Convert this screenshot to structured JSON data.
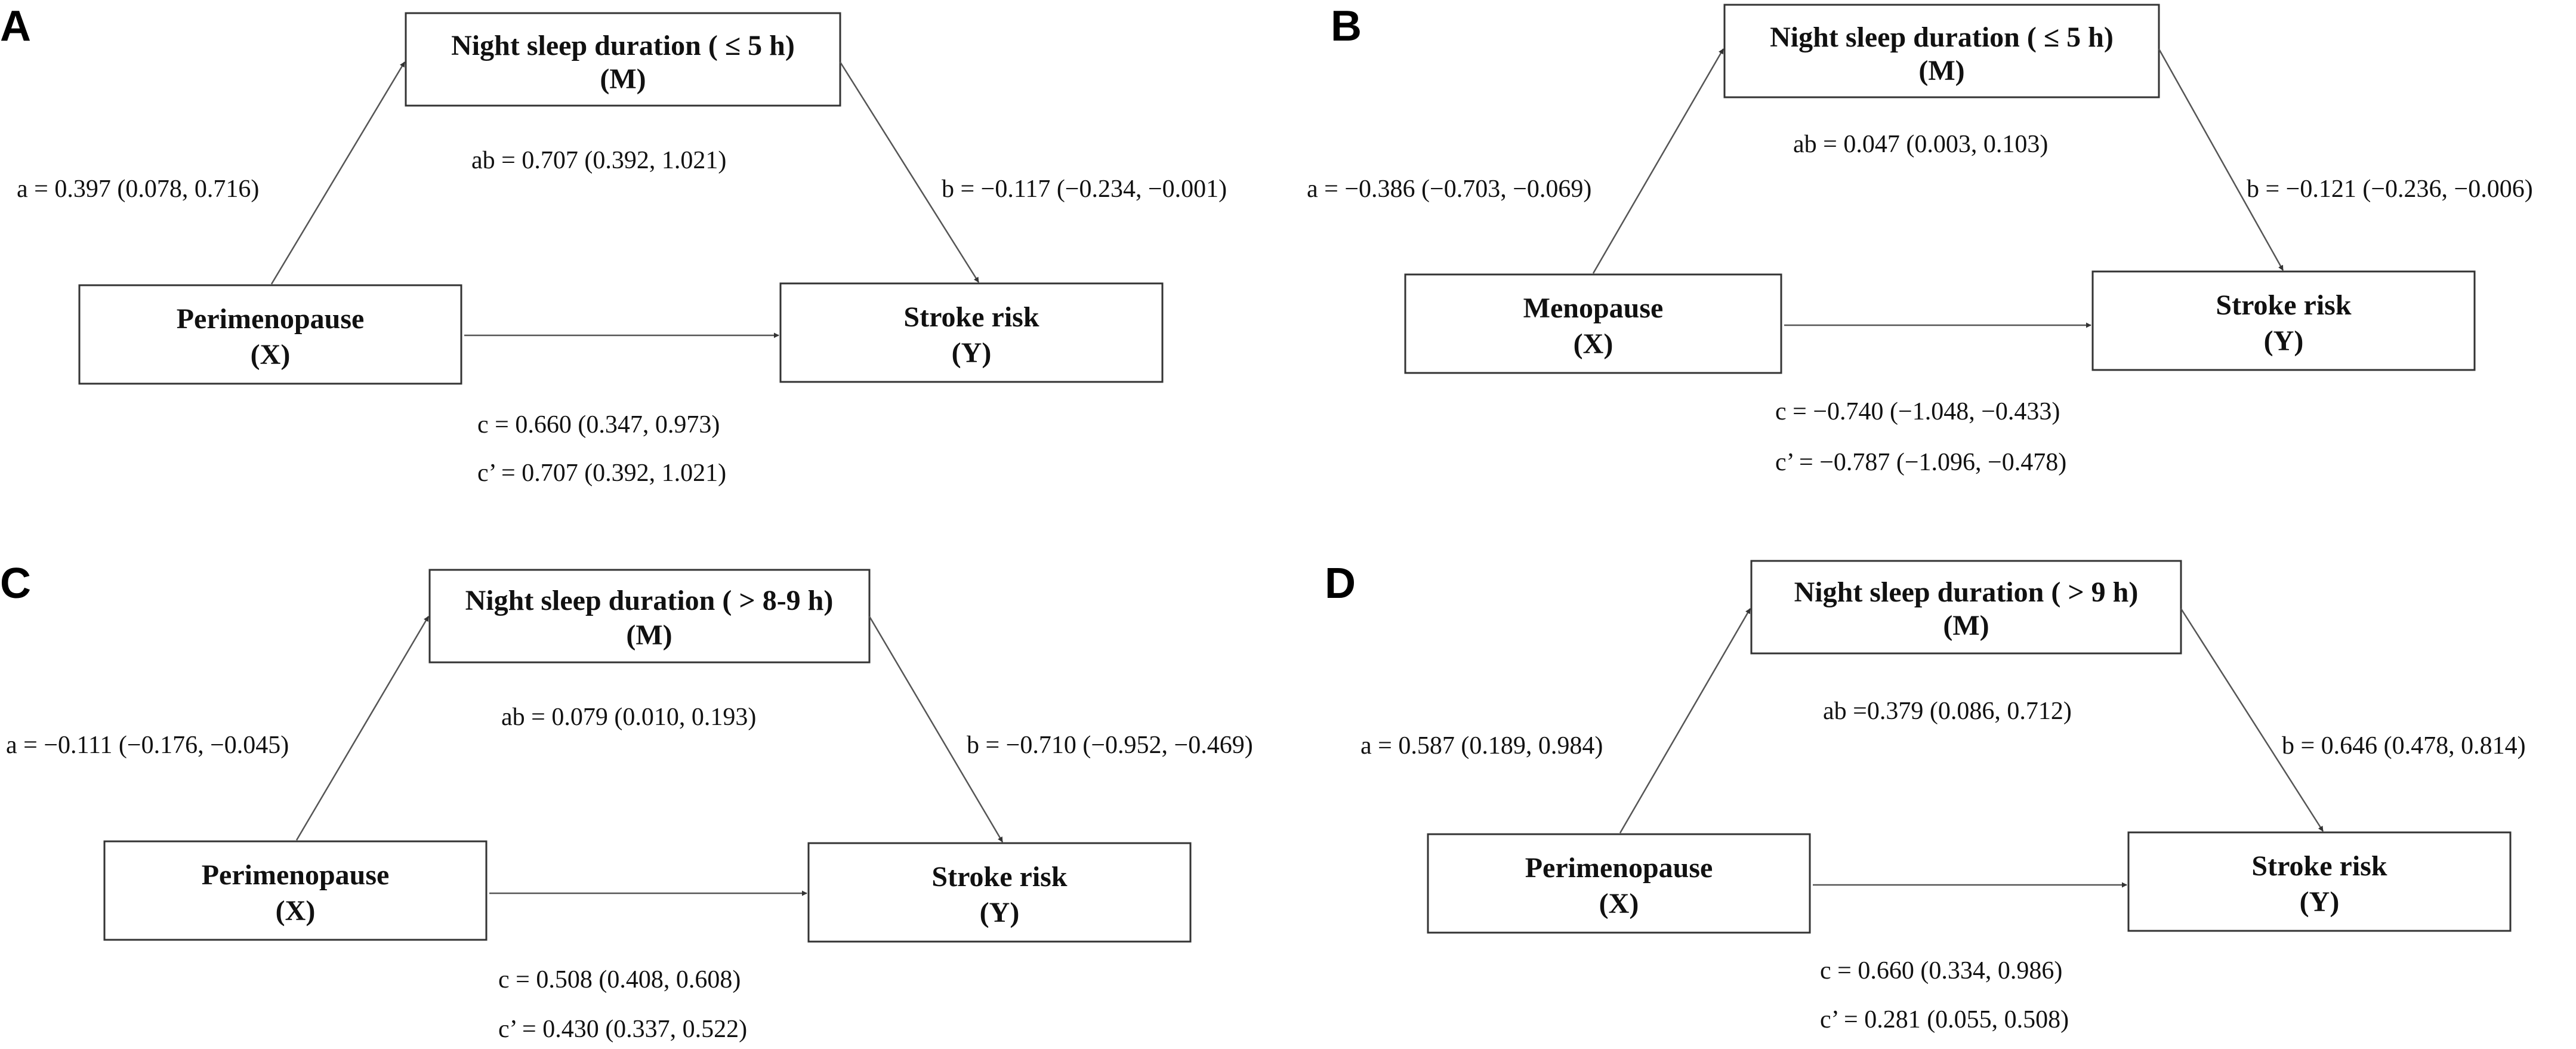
{
  "panels": [
    {
      "id": "A",
      "label": "A",
      "mediator": {
        "line1": "Night sleep duration ( ≤ 5 h)",
        "line2": "(M)"
      },
      "exposure": {
        "line1": "Perimenopause",
        "line2": "(X)"
      },
      "outcome": {
        "line1": "Stroke risk",
        "line2": "(Y)"
      },
      "a": "a = 0.397 (0.078, 0.716)",
      "b": "b = −0.117 (−0.234, −0.001)",
      "ab": "ab = 0.707 (0.392, 1.021)",
      "c": "c = 0.660 (0.347, 0.973)",
      "c_prime": "c’ = 0.707 (0.392, 1.021)"
    },
    {
      "id": "B",
      "label": "B",
      "mediator": {
        "line1": "Night sleep duration ( ≤ 5 h)",
        "line2": "(M)"
      },
      "exposure": {
        "line1": "Menopause",
        "line2": "(X)"
      },
      "outcome": {
        "line1": "Stroke risk",
        "line2": "(Y)"
      },
      "a": "a = −0.386 (−0.703, −0.069)",
      "b": "b = −0.121 (−0.236, −0.006)",
      "ab": "ab = 0.047 (0.003, 0.103)",
      "c": "c = −0.740 (−1.048, −0.433)",
      "c_prime": "c’ = −0.787 (−1.096, −0.478)"
    },
    {
      "id": "C",
      "label": "C",
      "mediator": {
        "line1": "Night sleep duration ( > 8-9 h)",
        "line2": "(M)"
      },
      "exposure": {
        "line1": "Perimenopause",
        "line2": "(X)"
      },
      "outcome": {
        "line1": "Stroke risk",
        "line2": "(Y)"
      },
      "a": "a = −0.111 (−0.176, −0.045)",
      "b": "b = −0.710 (−0.952, −0.469)",
      "ab": "ab = 0.079 (0.010, 0.193)",
      "c": "c = 0.508 (0.408, 0.608)",
      "c_prime": "c’ = 0.430 (0.337, 0.522)"
    },
    {
      "id": "D",
      "label": "D",
      "mediator": {
        "line1": "Night sleep duration ( > 9 h)",
        "line2": "(M)"
      },
      "exposure": {
        "line1": "Perimenopause",
        "line2": "(X)"
      },
      "outcome": {
        "line1": "Stroke risk",
        "line2": "(Y)"
      },
      "a": "a = 0.587 (0.189, 0.984)",
      "b": "b = 0.646 (0.478, 0.814)",
      "ab": "ab =0.379 (0.086, 0.712)",
      "c": "c = 0.660 (0.334, 0.986)",
      "c_prime": "c’ = 0.281 (0.055, 0.508)"
    }
  ]
}
